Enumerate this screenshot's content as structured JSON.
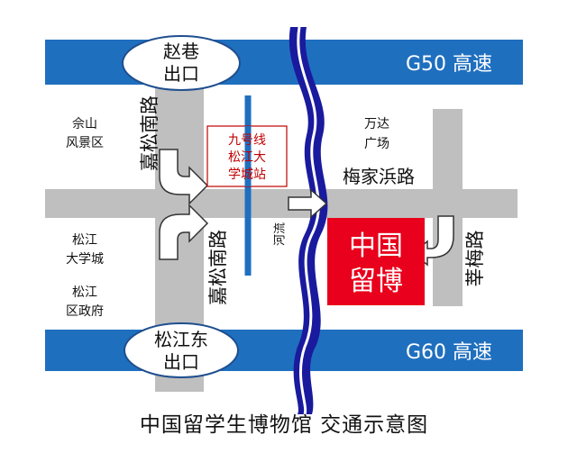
{
  "colors": {
    "highway": "#1f6fbf",
    "road": "#bfbfbf",
    "river": "#1a1a9e",
    "museum": "#e8001c",
    "metro": "#1f6fbf",
    "metro_border": "#c00000"
  },
  "highways": {
    "north_label": "G50 高速",
    "south_label": "G60 高速"
  },
  "exits": {
    "north": [
      "赵巷",
      "出口"
    ],
    "south": [
      "松江东",
      "出口"
    ]
  },
  "roads": {
    "jiasong_upper": "嘉松南路",
    "jiasong_lower": "嘉松南路",
    "meijiabang": "梅家浜路",
    "shenmei": "莘梅路"
  },
  "places": {
    "sheshan": [
      "佘山",
      "风景区"
    ],
    "university_town": [
      "松江",
      "大学城"
    ],
    "district_gov": [
      "松江",
      "区政府"
    ],
    "wanda": [
      "万达",
      "广场"
    ],
    "river": "河流"
  },
  "metro_station": [
    "九号线",
    "松江大",
    "学城站"
  ],
  "museum_label": [
    "中国",
    "留博"
  ],
  "caption": "中国留学生博物馆 交通示意图"
}
